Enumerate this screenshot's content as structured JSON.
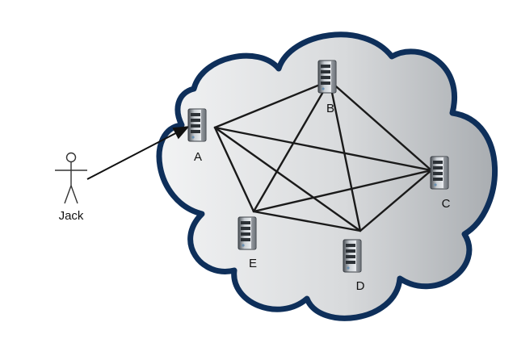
{
  "actor": {
    "label": "Jack",
    "icon": "stick-figure-icon"
  },
  "cloud": {
    "icon": "cloud-icon",
    "fill": "#d6d8da",
    "stroke": "#0e2f5a"
  },
  "servers": [
    {
      "id": "A",
      "label": "A",
      "icon": "server-icon"
    },
    {
      "id": "B",
      "label": "B",
      "icon": "server-icon"
    },
    {
      "id": "C",
      "label": "C",
      "icon": "server-icon"
    },
    {
      "id": "D",
      "label": "D",
      "icon": "server-icon"
    },
    {
      "id": "E",
      "label": "E",
      "icon": "server-icon"
    }
  ],
  "connections": [
    [
      "A",
      "B"
    ],
    [
      "A",
      "C"
    ],
    [
      "A",
      "D"
    ],
    [
      "A",
      "E"
    ],
    [
      "B",
      "C"
    ],
    [
      "B",
      "D"
    ],
    [
      "B",
      "E"
    ],
    [
      "C",
      "D"
    ],
    [
      "C",
      "E"
    ],
    [
      "D",
      "E"
    ]
  ],
  "access": {
    "from": "Jack",
    "to": "A"
  }
}
